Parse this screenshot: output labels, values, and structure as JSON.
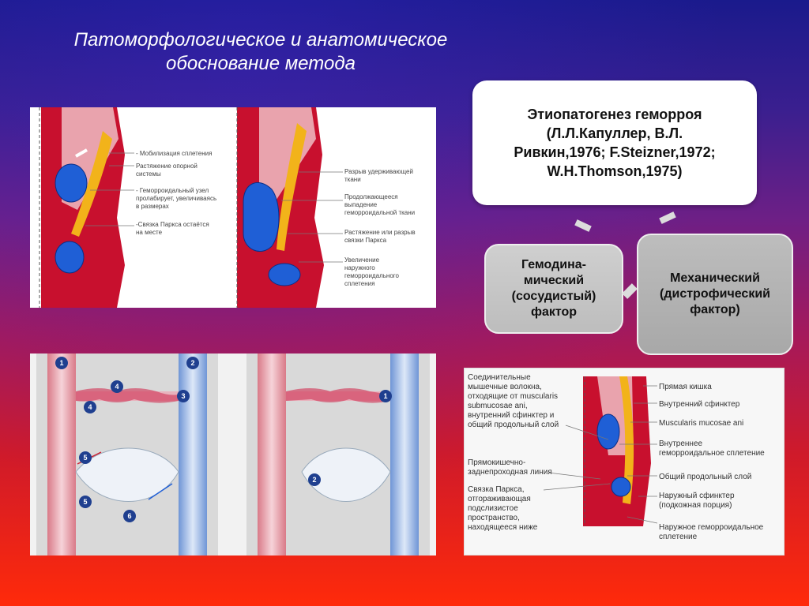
{
  "slide": {
    "title_lines": [
      "Патоморфологическое и анатомическое",
      "обоснование метода"
    ]
  },
  "colors": {
    "tissue_red": "#c8102e",
    "vein_blue": "#1f5fd6",
    "muscle_yellow": "#f2b31a",
    "artery_pink": "#e89aa6",
    "vein_light_blue": "#8fb3e8"
  },
  "smartart": {
    "top": [
      "Этиопатогенез геморроя",
      "(Л.Л.Капуллер, В.Л.",
      "Ривкин,1976; F.Steizner,1972;",
      "W.H.Thomson,1975)"
    ],
    "left": [
      "Гемодина-",
      "мический",
      "(сосудистый)",
      "фактор"
    ],
    "right": [
      "Механический",
      "(дистрофический",
      "фактор)"
    ]
  },
  "figure_top": {
    "left_labels": [
      [
        "- Мобилизация сплетения"
      ],
      [
        "Растяжение опорной",
        "системы"
      ],
      [
        "- Геморроидальный узел",
        "пролабирует, увеличиваясь",
        "в размерах"
      ],
      [
        "-Связка Паркса остаётся",
        "на месте"
      ]
    ],
    "right_labels": [
      [
        "Разрыв удерживающей",
        "ткани"
      ],
      [
        "Продолжающееся",
        "выпадение",
        "геморроидальной ткани"
      ],
      [
        "Растяжение или разрыв",
        "связки Паркса"
      ],
      [
        "Увеличение",
        "наружного",
        "геморроидального",
        "сплетения"
      ]
    ]
  },
  "figure_bottom": {
    "left_numbers": [
      "1",
      "2",
      "3",
      "4",
      "4",
      "5",
      "5",
      "6"
    ],
    "right_numbers": [
      "1",
      "2"
    ]
  },
  "figure_right": {
    "left_labels": [
      [
        "Соединительные",
        "мышечные волокна,",
        "отходящие от muscularis",
        "submucosae ani,",
        "внутренний сфинктер и",
        "общий продольный слой"
      ],
      [
        "Прямокишечно-",
        "заднепроходная линия"
      ],
      [
        "Связка Паркса,",
        "отгораживающая",
        "подслизистое",
        "пространство,",
        "находящееся ниже"
      ]
    ],
    "right_labels": [
      [
        "Прямая кишка"
      ],
      [
        "Внутренний сфинктер"
      ],
      [
        "Muscularis mucosae ani"
      ],
      [
        "Внутреннее",
        "геморроидальное сплетение"
      ],
      [
        "Общий продольный слой"
      ],
      [
        "Наружный сфинктер",
        "(подкожная порция)"
      ],
      [
        "Наружное геморроидальное",
        "сплетение"
      ]
    ]
  }
}
